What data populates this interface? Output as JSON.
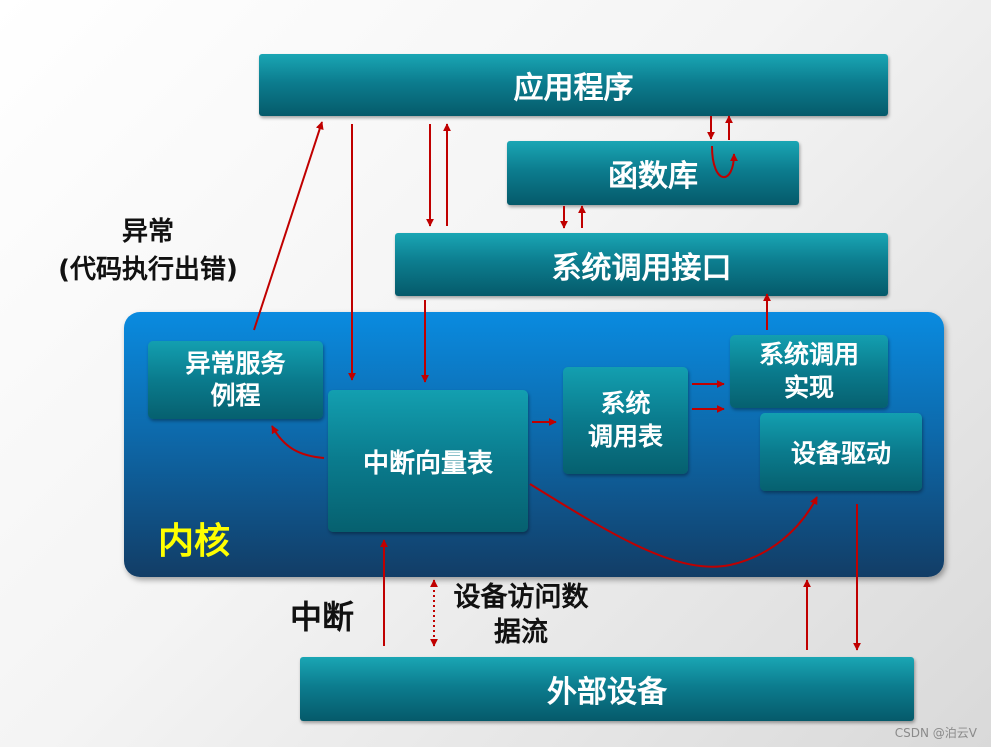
{
  "boxes": {
    "app": "应用程序",
    "lib": "函数库",
    "syscall_interface": "系统调用接口",
    "exception_routine": "异常服务\n例程",
    "interrupt_vector": "中断向量表",
    "syscall_table": "系统\n调用表",
    "syscall_impl": "系统调用\n实现",
    "device_driver": "设备驱动",
    "external_device": "外部设备"
  },
  "labels": {
    "kernel": "内核",
    "exception": "异常\n(代码执行出错)",
    "interrupt": "中断",
    "device_data_flow": "设备访问数\n据流",
    "watermark": "CSDN @泊云V"
  },
  "colors": {
    "box_teal": "#0c7d8f",
    "kernel_blue": "#0d6aac",
    "kernel_label": "#ffff00",
    "arrow_red": "#c00000"
  }
}
